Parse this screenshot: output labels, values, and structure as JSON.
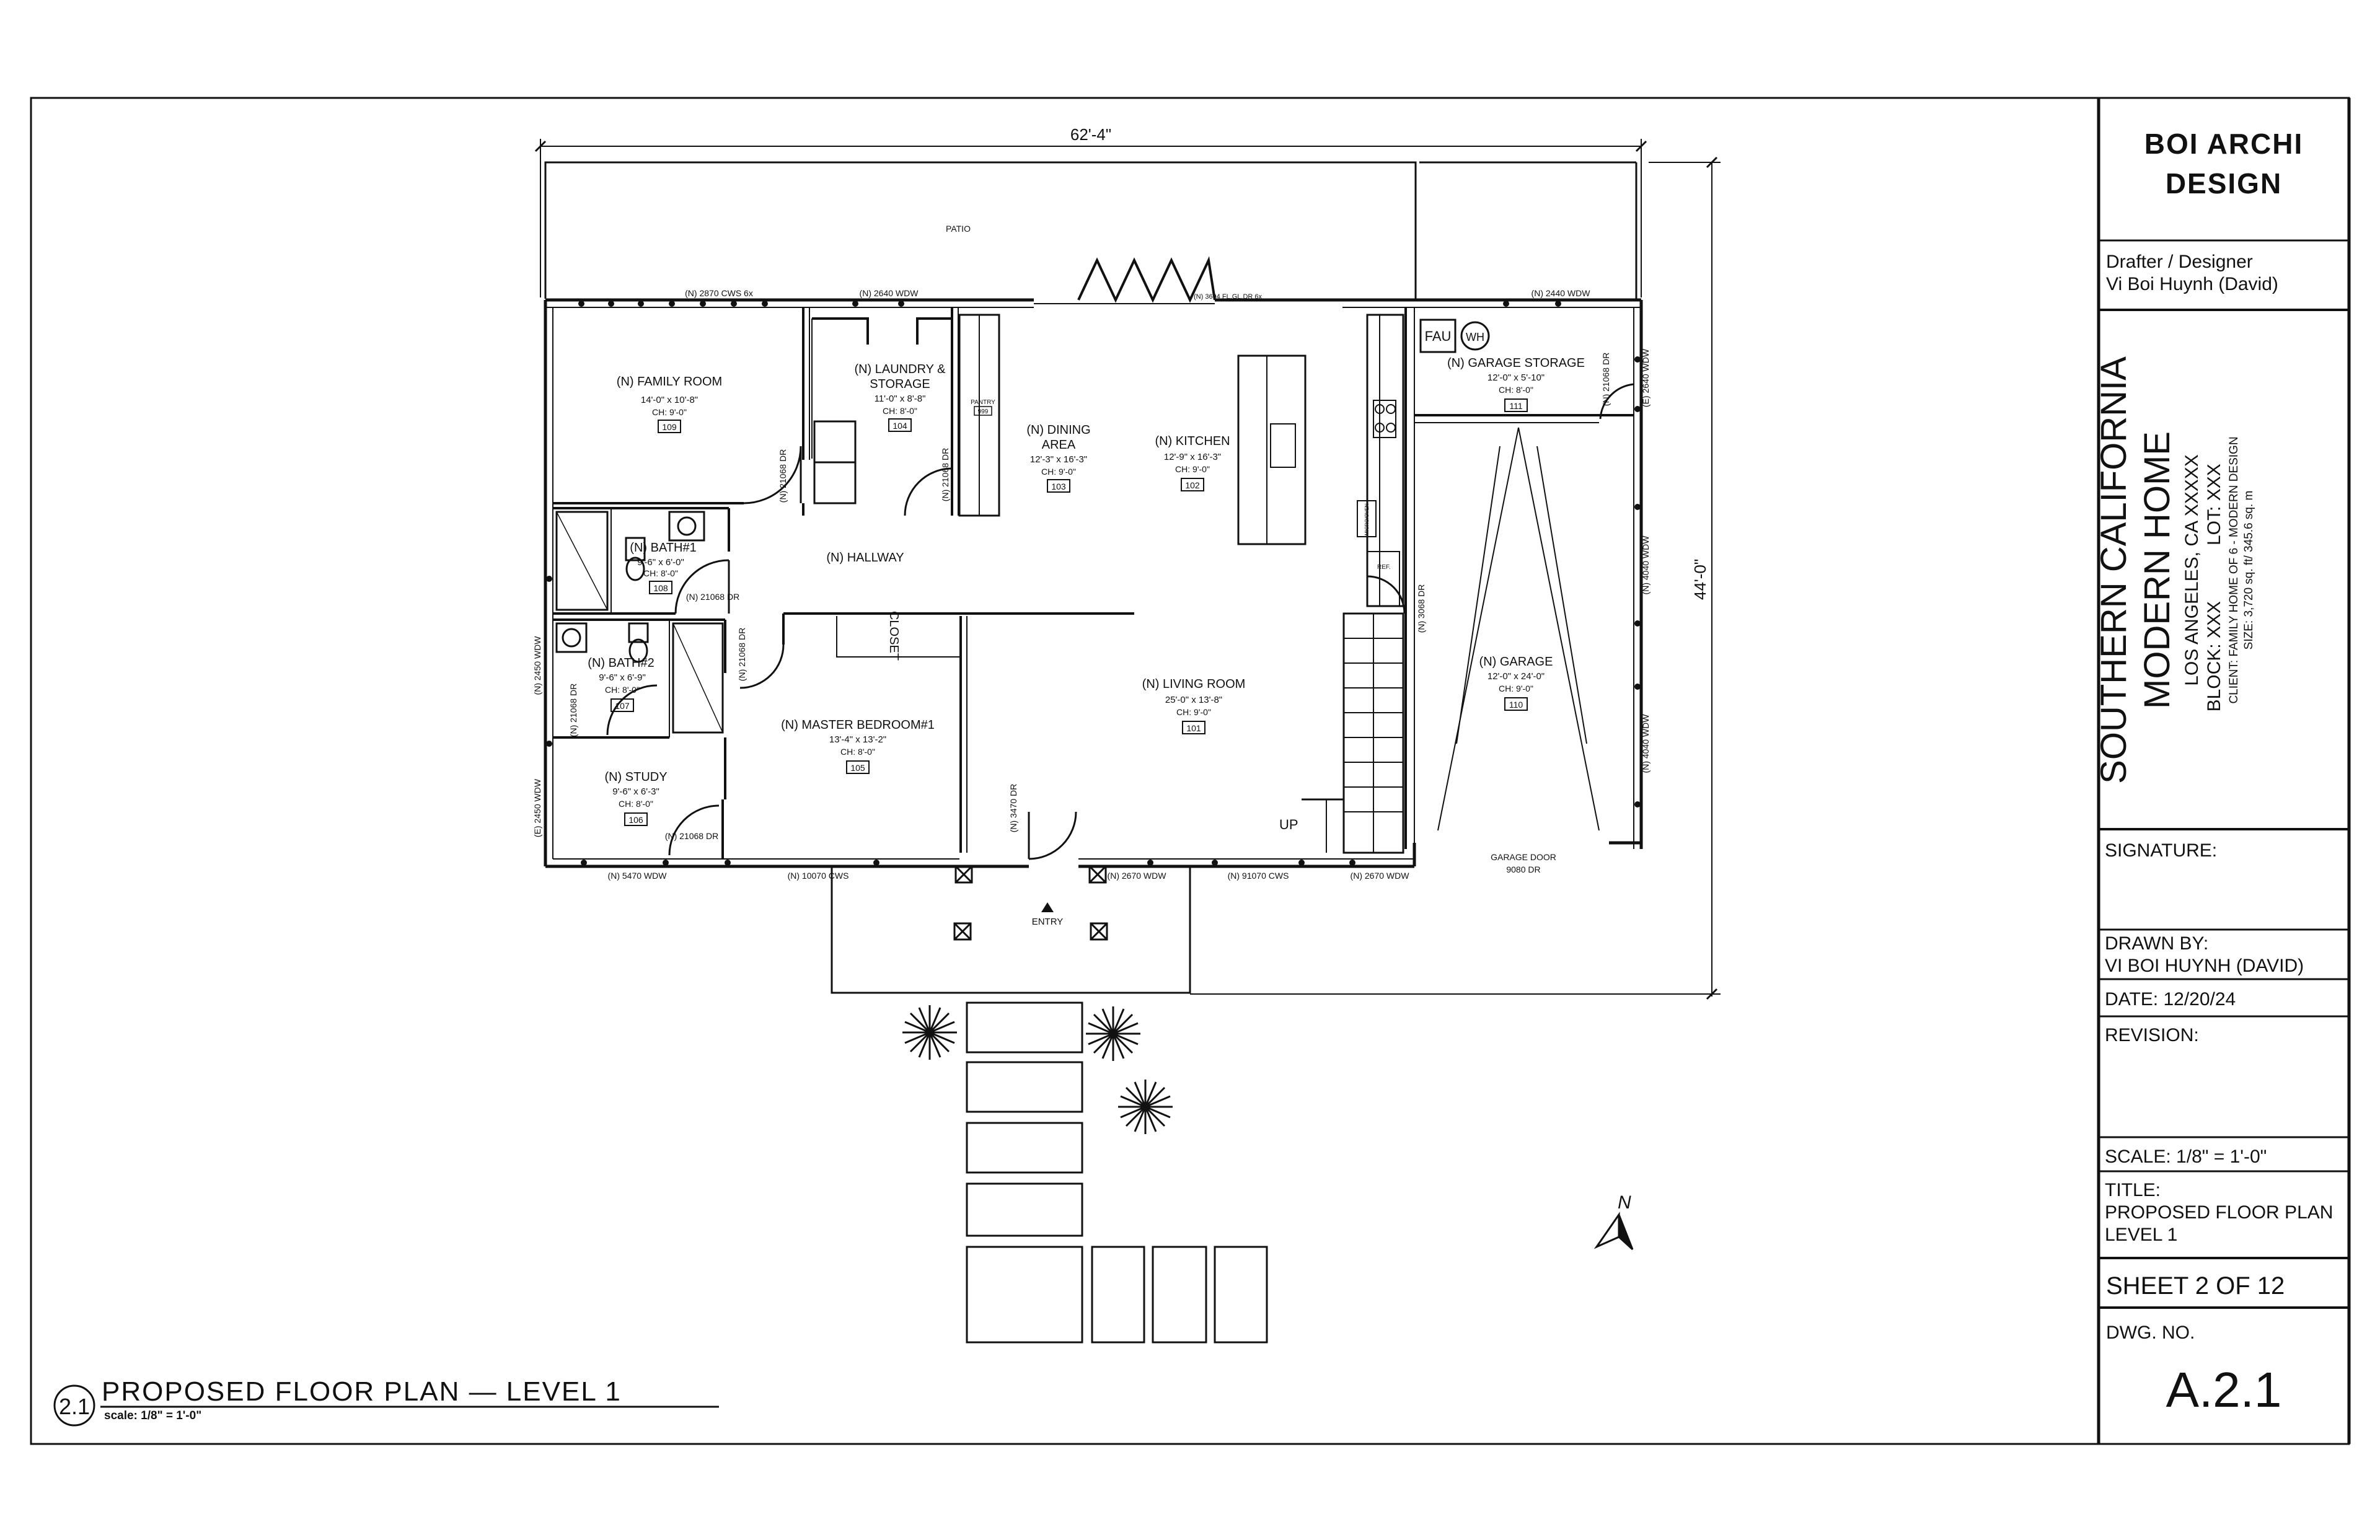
{
  "title_block": {
    "firm_name_line1": "BOI ARCHI",
    "firm_name_line2": "DESIGN",
    "drafter_label": "Drafter / Designer",
    "drafter_name": "Vi Boi Huynh (David)",
    "project_line1": "SOUTHERN CALIFORNIA",
    "project_line2": "MODERN HOME",
    "location": "LOS ANGELES, CA XXXXX",
    "block": "BLOCK: XXX",
    "lot": "LOT: XXX",
    "client": "CLIENT: FAMILY HOME OF 6 - MODERN DESIGN",
    "size": "SIZE: 3,720 sq. ft/ 345.6 sq. m",
    "signature_label": "SIGNATURE:",
    "drawn_by_label": "DRAWN BY:",
    "drawn_by_name": "VI BOI HUYNH (DAVID)",
    "date": "DATE: 12/20/24",
    "revision_label": "REVISION:",
    "scale": "SCALE: 1/8\" = 1'-0\"",
    "title_label": "TITLE:",
    "title_line1": "PROPOSED FLOOR PLAN",
    "title_line2": "LEVEL 1",
    "sheet": "SHEET 2 OF 12",
    "dwg_label": "DWG. NO.",
    "dwg_number": "A.2.1"
  },
  "drawing_title": {
    "number": "2.1",
    "title": "PROPOSED FLOOR PLAN — LEVEL 1",
    "scale": "scale: 1/8\" = 1'-0\""
  },
  "dimensions": {
    "overall_width": "62'-4\"",
    "overall_depth": "44'-0\""
  },
  "north_label": "N",
  "patio_label": "PATIO",
  "entry_label": "ENTRY",
  "garage_door": {
    "line1": "GARAGE DOOR",
    "line2": "9080 DR"
  },
  "rooms": {
    "family_room": {
      "name": "(N) FAMILY ROOM",
      "size": "14'-0\" x 10'-8\"",
      "ch": "CH: 9'-0\"",
      "num": "109"
    },
    "laundry": {
      "name1": "(N) LAUNDRY &",
      "name2": "STORAGE",
      "size": "11'-0\" x 8'-8\"",
      "ch": "CH: 8'-0\"",
      "num": "104"
    },
    "pantry": {
      "name": "PANTRY",
      "num": "999"
    },
    "dining": {
      "name1": "(N) DINING",
      "name2": "AREA",
      "size": "12'-3\" x 16'-3\"",
      "ch": "CH: 9'-0\"",
      "num": "103"
    },
    "kitchen": {
      "name": "(N) KITCHEN",
      "size": "12'-9\" x 16'-3\"",
      "ch": "CH: 9'-0\"",
      "num": "102"
    },
    "garage_storage": {
      "name": "(N) GARAGE STORAGE",
      "size": "12'-0\" x 5'-10\"",
      "ch": "CH: 8'-0\"",
      "num": "111"
    },
    "bath1": {
      "name": "(N) BATH#1",
      "size": "9'-6\" x 6'-0\"",
      "ch": "CH: 8'-0\"",
      "num": "108"
    },
    "hallway": {
      "name": "(N) HALLWAY"
    },
    "bath2": {
      "name": "(N) BATH#2",
      "size": "9'-6\" x 6'-9\"",
      "ch": "CH: 8'-0\"",
      "num": "107"
    },
    "closet": {
      "name": "CLOSET"
    },
    "master": {
      "name": "(N) MASTER BEDROOM#1",
      "size": "13'-4\" x 13'-2\"",
      "ch": "CH: 8'-0\"",
      "num": "105"
    },
    "living": {
      "name": "(N) LIVING ROOM",
      "size": "25'-0\" x 13'-8\"",
      "ch": "CH: 9'-0\"",
      "num": "101"
    },
    "garage": {
      "name": "(N) GARAGE",
      "size": "12'-0\" x 24'-0\"",
      "ch": "CH: 9'-0\"",
      "num": "110"
    },
    "study": {
      "name": "(N) STUDY",
      "size": "9'-6\" x 6'-3\"",
      "ch": "CH: 8'-0\"",
      "num": "106"
    }
  },
  "stair_label": "UP",
  "fixtures": {
    "fau": "FAU",
    "wh": "WH",
    "ref": "REF.",
    "appliance": "MICRO/OVEN"
  },
  "openings": {
    "w_family_top": "(N) 2870 CWS 6x",
    "w_laundry_top": "(N) 2640 WDW",
    "d_fold": "(N) 3694 FL.GL.DR 6x",
    "w_gs_top": "(N) 2440 WDW",
    "w_gs_right": "(E) 2640 WDW",
    "d_gs": "(N) 21068 DR",
    "d_family": "(N) 21068 DR",
    "d_laundry": "(N) 21068 DR",
    "d_bath1": "(N) 21068 DR",
    "d_master": "(N) 21068 DR",
    "d_pantry": "(N) 3068 DR",
    "w_left_upper": "(N) 2450 WDW",
    "d_bath2": "(N) 21068 DR",
    "w_left_lower": "(E) 2450 WDW",
    "d_study": "(N) 21068 DR",
    "w_garage_upper": "(N) 4040 WDW",
    "w_garage_lower": "(N) 4040 WDW",
    "d_entry": "(N) 3470 DR",
    "w_bot1": "(N) 5470 WDW",
    "w_bot2": "(N) 10070 CWS",
    "w_bot3": "(N) 2670 WDW",
    "w_bot4": "(N) 91070 CWS",
    "w_bot5": "(N) 2670 WDW"
  }
}
